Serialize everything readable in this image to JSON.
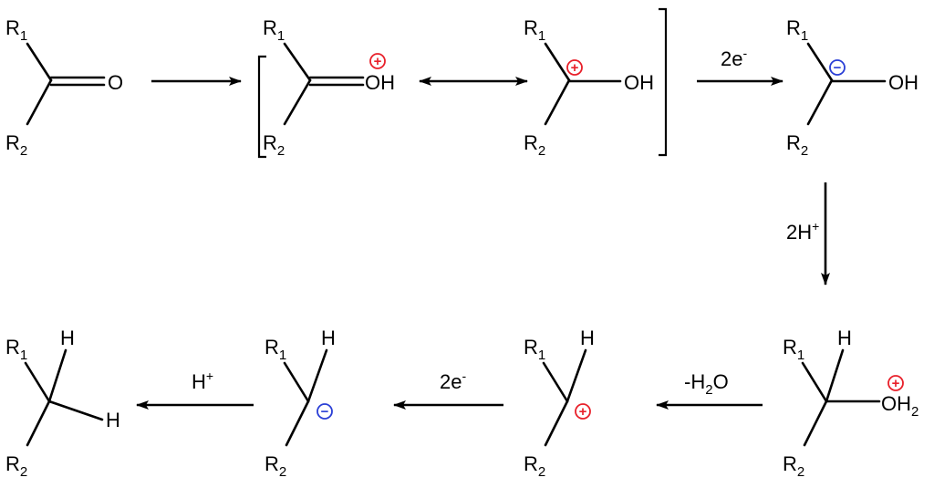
{
  "molecules": {
    "ketone": {
      "r1": "R",
      "r1_sub": "1",
      "r2": "R",
      "r2_sub": "2",
      "o": "O"
    },
    "oxocarbenium": {
      "r1": "R",
      "r1_sub": "1",
      "r2": "R",
      "r2_sub": "2",
      "oh": "OH",
      "charge": "+"
    },
    "carbocation_oh": {
      "r1": "R",
      "r1_sub": "1",
      "r2": "R",
      "r2_sub": "2",
      "oh": "OH",
      "charge": "+"
    },
    "carbanion_oh": {
      "r1": "R",
      "r1_sub": "1",
      "r2": "R",
      "r2_sub": "2",
      "oh": "OH",
      "charge": "−"
    },
    "oxonium": {
      "r1": "R",
      "r1_sub": "1",
      "r2": "R",
      "r2_sub": "2",
      "h": "H",
      "oh2": "OH",
      "oh2_sub": "2",
      "charge": "+"
    },
    "carbocation_h": {
      "r1": "R",
      "r1_sub": "1",
      "r2": "R",
      "r2_sub": "2",
      "h": "H",
      "charge": "+"
    },
    "carbanion_h": {
      "r1": "R",
      "r1_sub": "1",
      "r2": "R",
      "r2_sub": "2",
      "h": "H",
      "charge": "−"
    },
    "alkane": {
      "r1": "R",
      "r1_sub": "1",
      "r2": "R",
      "r2_sub": "2",
      "h_top": "H",
      "h_right": "H"
    }
  },
  "arrows": {
    "two_e_top": {
      "label": "2e",
      "sup": "-"
    },
    "two_h": {
      "label": "2H",
      "sup": "+"
    },
    "minus_water": {
      "label": "-H",
      "sub": "2",
      "tail": "O"
    },
    "two_e_bottom": {
      "label": "2e",
      "sup": "-"
    },
    "h_plus": {
      "label": "H",
      "sup": "+"
    }
  },
  "colors": {
    "positive": "#e8202a",
    "negative": "#2a3fd6",
    "ink": "#000000"
  }
}
